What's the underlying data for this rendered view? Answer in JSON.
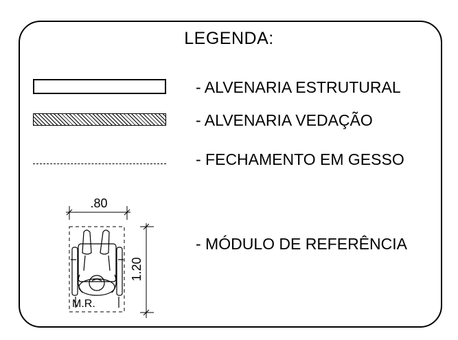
{
  "legend": {
    "title": "LEGENDA:",
    "items": [
      {
        "symbol": "solid-rectangle",
        "label": "- ALVENARIA ESTRUTURAL"
      },
      {
        "symbol": "hatched-rectangle",
        "label": "- ALVENARIA VEDAÇÃO"
      },
      {
        "symbol": "dashed-line",
        "label": "- FECHAMENTO EM GESSO"
      },
      {
        "symbol": "wheelchair-module",
        "label": "- MÓDULO DE REFERÊNCIA"
      }
    ],
    "module": {
      "width_dimension": ".80",
      "depth_dimension": "1.20",
      "tag": "M.R."
    }
  }
}
